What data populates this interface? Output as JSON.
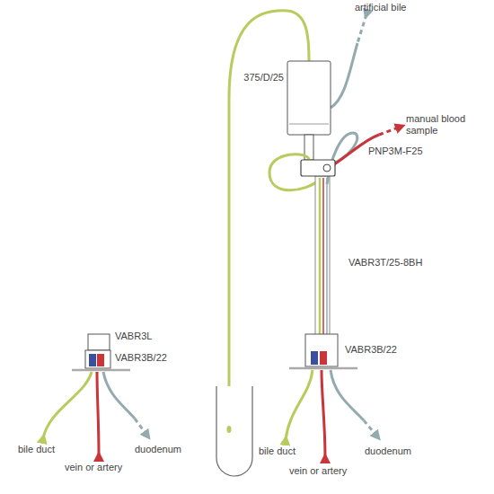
{
  "diagram": {
    "labels": [
      "artificial bile",
      "375/D/25",
      "manual blood sample",
      "PNP3M-F25",
      "VABR3T/25-8BH",
      "VABR3L",
      "VABR3B/22",
      "VABR3B/22",
      "bile duct",
      "duodenum",
      "vein or artery",
      "bile duct",
      "duodenum",
      "vein or artery"
    ]
  }
}
